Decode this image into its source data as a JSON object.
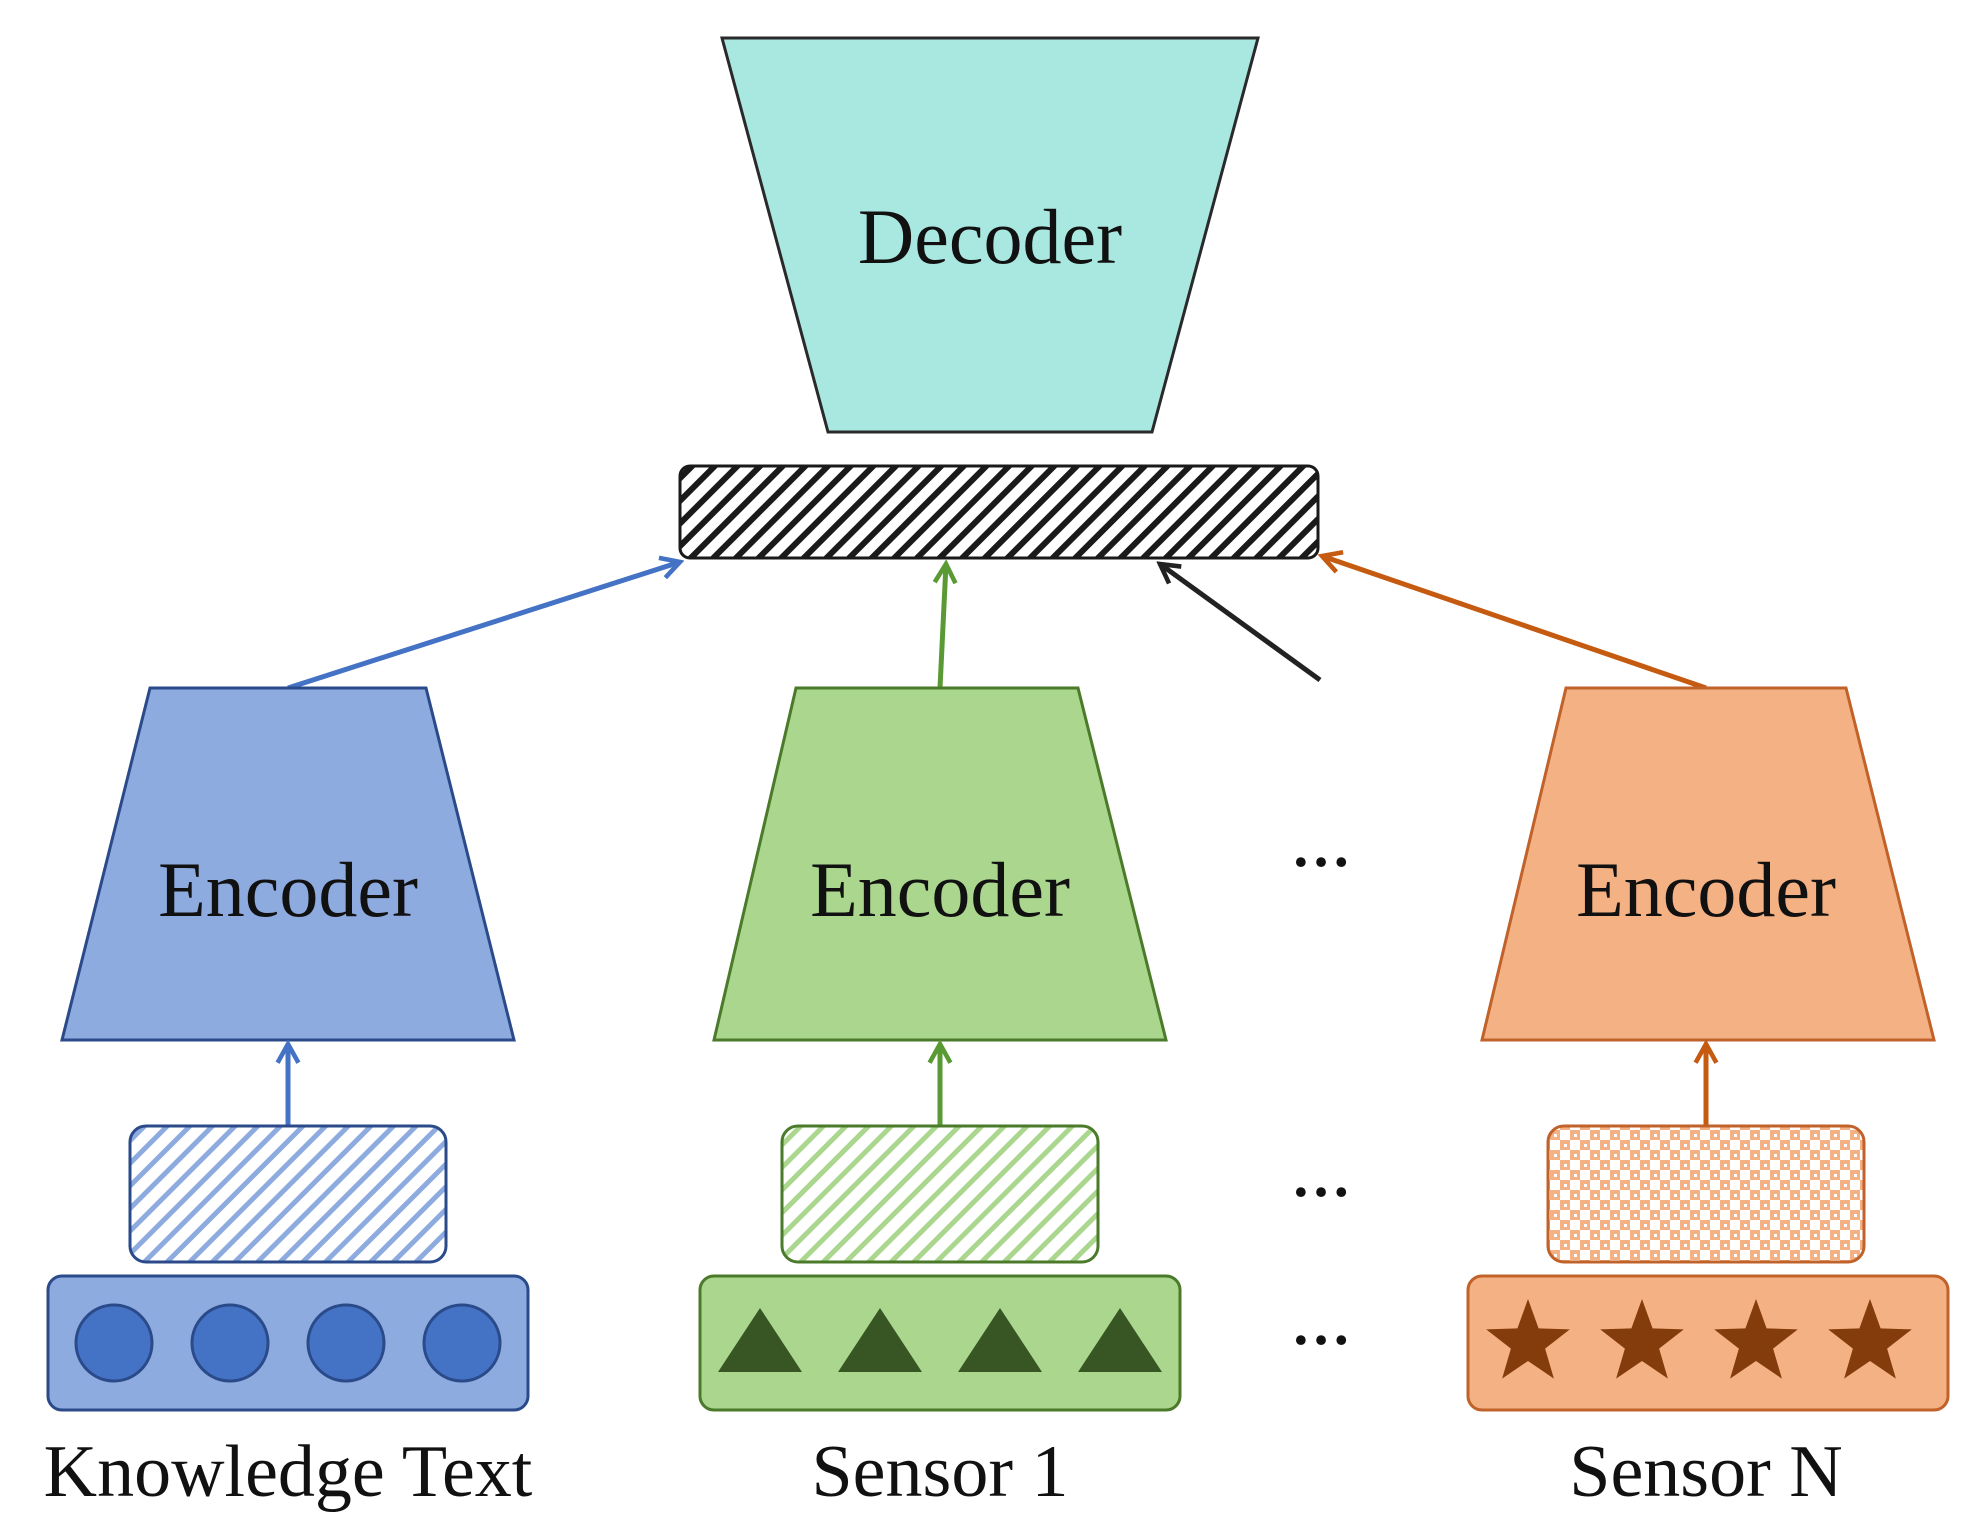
{
  "decoder": {
    "label": "Decoder"
  },
  "ellipsis": "…",
  "columns": [
    {
      "id": "knowledge",
      "encoder_label": "Encoder",
      "caption": "Knowledge Text",
      "token_shape": "circle",
      "count": 4
    },
    {
      "id": "sensor1",
      "encoder_label": "Encoder",
      "caption": "Sensor 1",
      "token_shape": "triangle",
      "count": 4
    },
    {
      "id": "sensorN",
      "encoder_label": "Encoder",
      "caption": "Sensor N",
      "token_shape": "star",
      "count": 4
    }
  ],
  "colors": {
    "decoder_fill": "#a9e8e1",
    "blue_fill": "#8eabe0",
    "blue_stroke": "#2a4a8a",
    "blue_token": "#4472c4",
    "blue_arrow": "#4472c4",
    "green_fill": "#aad68e",
    "green_stroke": "#4a7a2a",
    "green_token": "#375623",
    "green_arrow": "#5a9a35",
    "orange_fill": "#f4b183",
    "orange_stroke": "#c0622a",
    "orange_token": "#843c0c",
    "orange_arrow": "#c55a11",
    "black": "#222222"
  }
}
